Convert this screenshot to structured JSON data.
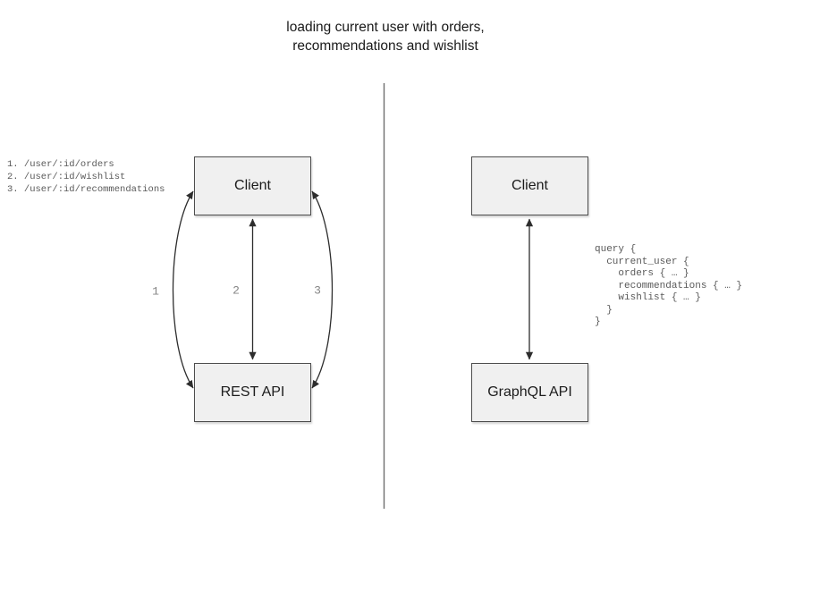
{
  "title": "loading current user with orders,\nrecommendations and wishlist",
  "colors": {
    "box_fill": "#f0f0f0",
    "box_border": "#4d4d4d",
    "arrow": "#2d2d2d",
    "arrow_label": "#858585",
    "code_text": "#595959",
    "divider": "#6e6e6e",
    "title_text": "#1a1a1a"
  },
  "left_diagram": {
    "endpoints": "1. /user/:id/orders\n2. /user/:id/wishlist\n3. /user/:id/recommendations",
    "client_label": "Client",
    "api_label": "REST API",
    "arrow_labels": [
      "1",
      "2",
      "3"
    ]
  },
  "right_diagram": {
    "client_label": "Client",
    "api_label": "GraphQL API",
    "query": "query {\n  current_user {\n    orders { … }\n    recommendations { … }\n    wishlist { … }\n  }\n}"
  }
}
